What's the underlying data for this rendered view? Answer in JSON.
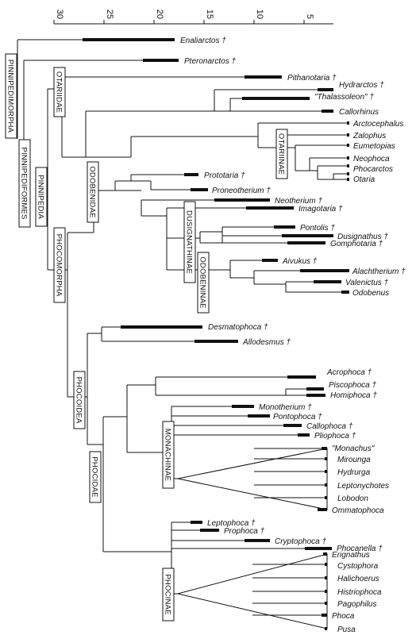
{
  "axis": {
    "ticks": [
      "30",
      "25",
      "20",
      "15",
      "10",
      "5"
    ]
  },
  "groups": {
    "pinnipedimorpha": "PINNIPEDIMORPHA",
    "pinnipediformes": "PINNIPEDIFORMES",
    "pinnipedia": "PINNIPEDIA",
    "otariidae": "OTARIIDAE",
    "otariinae": "OTARIINAE",
    "odobenidae": "ODOBENIDAE",
    "phocomorpha": "PHOCOMORPHA",
    "dusignathinae": "DUSIGNATHINAE",
    "odobeninae": "ODOBENINAE",
    "phocoidea": "PHOCOIDEA",
    "phocidae": "PHOCIDAE",
    "monachinae": "MONACHINAE",
    "phocinae": "PHOCINAE"
  },
  "taxa": {
    "enaliarctos": "Enaliarctos †",
    "pteronarctos": "Pteronarctos †",
    "pithanotaria": "Pithanotaria †",
    "hydrarctos": "Hydrarctos †",
    "thalassoleon": "\"Thalassoleon\" †",
    "callorhinus": "Callorhinus",
    "arctocephalus": "Arctocephalus",
    "zalophus": "Zalophus",
    "eumetopias": "Eumetopias",
    "neophoca": "Neophoca",
    "phocarctos": "Phocarctos",
    "otaria": "Otaria",
    "prototaria": "Prototaria †",
    "proneotherium": "Proneotherium †",
    "neotherium": "Neotherium †",
    "imagotaria": "Imagotaria †",
    "pontolis": "Pontolis †",
    "dusignathus": "Dusignathus †",
    "gomphotaria": "Gomphotaria †",
    "aivukus": "Aivukus †",
    "alachtherium": "Alachtherium †",
    "valenictus": "Valenictus †",
    "odobenus": "Odobenus",
    "desmatophoca": "Desmatophoca †",
    "allodesmus": "Allodesmus †",
    "acrophoca": "Acrophoca †",
    "piscophoca": "Piscophoca †",
    "homiphoca": "Homiphoca †",
    "monotherium": "Monotherium †",
    "pontophoca": "Pontophoca †",
    "callophoca": "Callophoca †",
    "pliophoca": "Pliophoca †",
    "monachus": "\"Monachus\"",
    "mirounga": "Mirounga",
    "hydrurga": "Hydrurga",
    "leptonychotes": "Leptonychotes",
    "lobodon": "Lobodon",
    "ommatophoca": "Ommatophoca",
    "leptophoca": "Leptophoca †",
    "prophoca": "Prophoca †",
    "cryptophoca": "Cryptophoca †",
    "phocanella": "Phocanella †",
    "erignathus": "Erignathus",
    "cystophora": "Cystophora",
    "halichoerus": "Halichoerus",
    "histriophoca": "Histriophoca",
    "pagophilus": "Pagophilus",
    "phoca": "Phoca",
    "pusa": "Pusa"
  }
}
